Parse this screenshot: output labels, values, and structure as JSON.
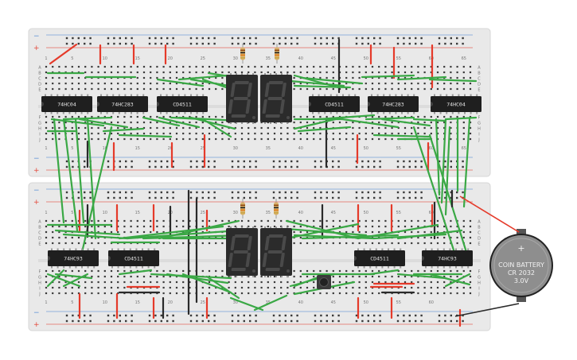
{
  "boards": [
    {
      "id": "top",
      "column_numbers": [
        "1",
        "5",
        "10",
        "15",
        "20",
        "25",
        "30",
        "35",
        "40",
        "45",
        "50",
        "55",
        "60",
        "65"
      ],
      "row_letters": [
        "A",
        "B",
        "C",
        "D",
        "E",
        "F",
        "G",
        "H",
        "I",
        "J"
      ],
      "chips": [
        {
          "label": "74HC04"
        },
        {
          "label": "74HC283"
        },
        {
          "label": "CD4511"
        },
        {
          "label": "CD4511"
        },
        {
          "label": "74HC283"
        },
        {
          "label": "74HC04"
        }
      ],
      "displays": 2,
      "resistors": 2
    },
    {
      "id": "bottom",
      "column_numbers": [
        "1",
        "5",
        "10",
        "15",
        "20",
        "25",
        "30",
        "35",
        "40",
        "45",
        "50",
        "55",
        "60"
      ],
      "row_letters": [
        "A",
        "B",
        "C",
        "D",
        "E",
        "F",
        "G",
        "H",
        "I",
        "J"
      ],
      "chips": [
        {
          "label": "74HC93"
        },
        {
          "label": "CD4511"
        },
        {
          "label": "CD4511"
        },
        {
          "label": "74HC93"
        }
      ],
      "displays": 2,
      "resistors": 2
    }
  ],
  "battery": {
    "line1": "COIN BATTERY",
    "line2": "CR 2032",
    "line3": "3.0V",
    "symbol": "+"
  },
  "rail_symbols": {
    "minus": "−",
    "plus": "+"
  },
  "colors": {
    "board": "#e9e9e9",
    "board_edge": "#d6d6d6",
    "hole": "#3a3a3a",
    "chip": "#1f1f1f",
    "display": "#2b2b2b",
    "segment": "#4a4a4a",
    "wire_green": "#3aa845",
    "wire_red": "#e53a2a",
    "wire_black": "#2a2a2a",
    "rail_red": "#e34a3c",
    "rail_blue": "#5b8fd6",
    "battery_body": "#8e8e8e",
    "battery_text": "#f2f2f2"
  }
}
